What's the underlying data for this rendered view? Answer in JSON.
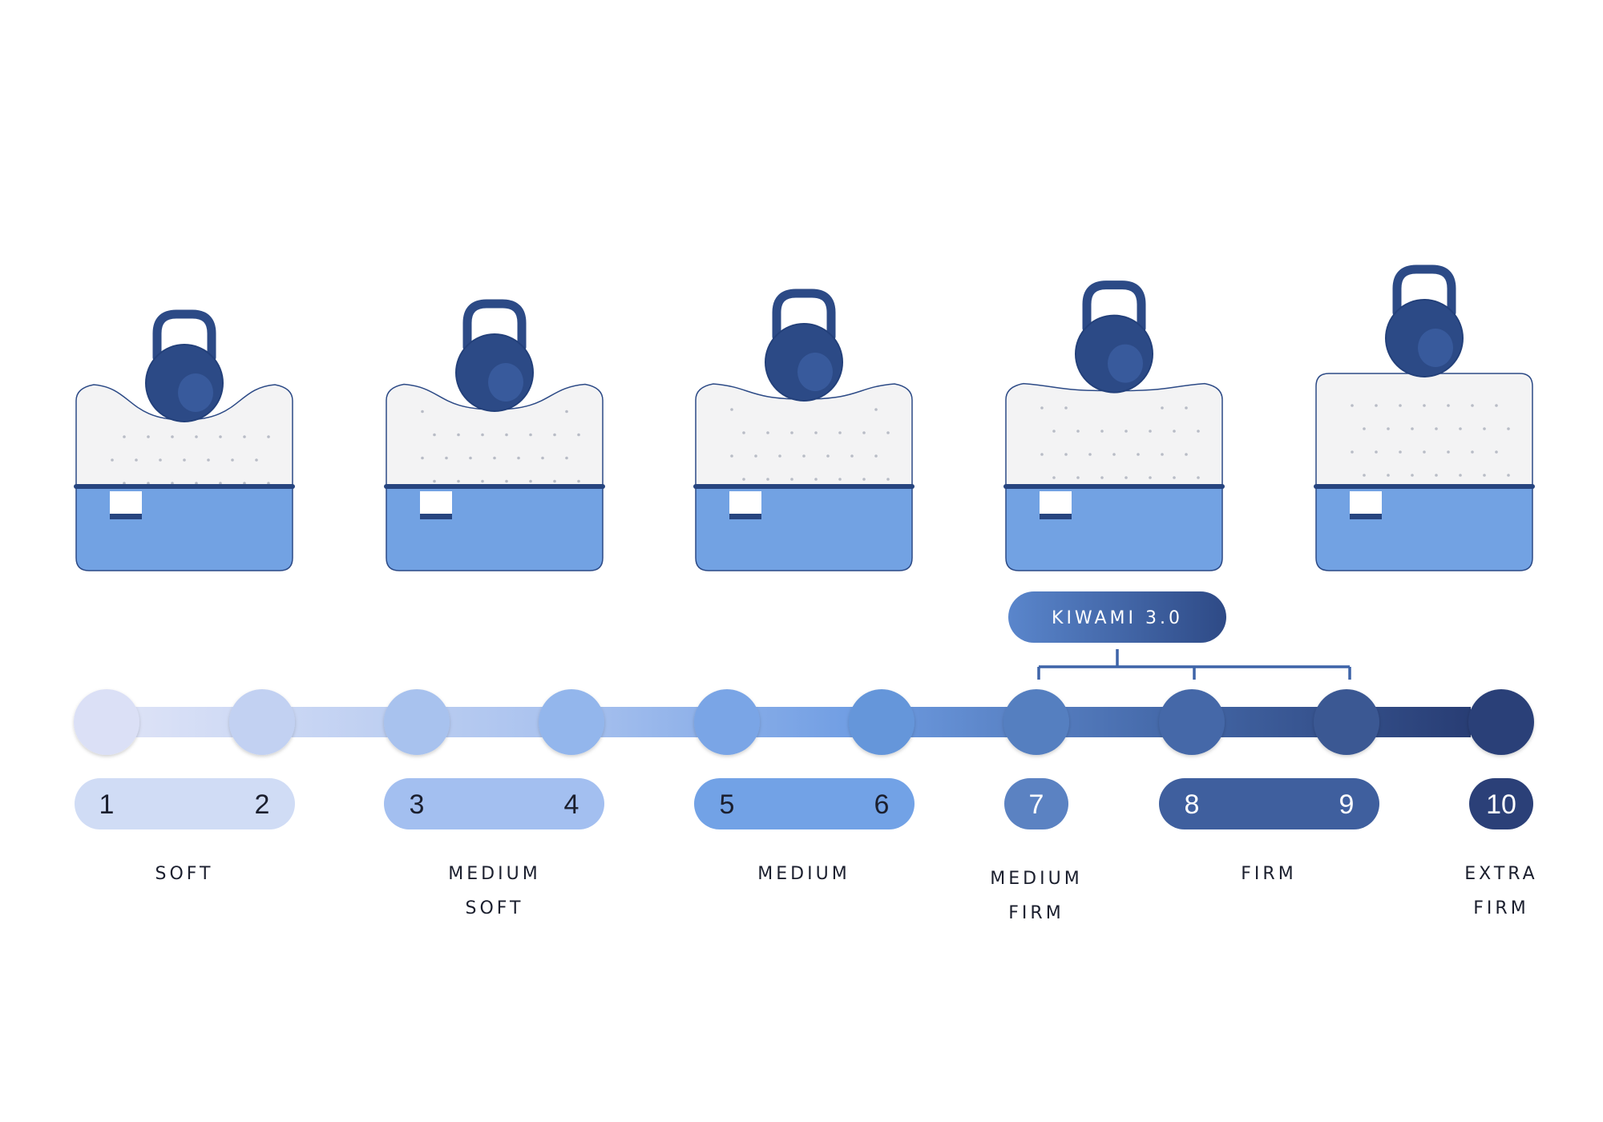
{
  "scale_numbers": [
    "1",
    "2",
    "3",
    "4",
    "5",
    "6",
    "7",
    "8",
    "9",
    "10"
  ],
  "categories": [
    {
      "lines": [
        "SOFT"
      ]
    },
    {
      "lines": [
        "MEDIUM",
        "SOFT"
      ]
    },
    {
      "lines": [
        "MEDIUM"
      ]
    },
    {
      "lines": [
        "MEDIUM",
        "FIRM"
      ]
    },
    {
      "lines": [
        "FIRM"
      ]
    },
    {
      "lines": [
        "EXTRA",
        "FIRM"
      ]
    }
  ],
  "product_badge": {
    "label": "KIWAMI 3.0",
    "covers_levels": [
      7,
      8,
      9
    ]
  },
  "mattresses": [
    {
      "level": "SOFT",
      "sink": 1.0
    },
    {
      "level": "MEDIUM SOFT",
      "sink": 0.75
    },
    {
      "level": "MEDIUM",
      "sink": 0.5
    },
    {
      "level": "MEDIUM FIRM",
      "sink": 0.3
    },
    {
      "level": "EXTRA FIRM",
      "sink": 0.0
    }
  ],
  "colors": {
    "dot_gradient": [
      "#dbe0f6",
      "#c2d1f2",
      "#a8c2ee",
      "#93b6ec",
      "#7aa5e6",
      "#6596da",
      "#557fc0",
      "#4468a8",
      "#3a5893",
      "#2b4078"
    ],
    "pill_colors": [
      "#d0dcf5",
      "#a3bff0",
      "#72a2e6",
      "#5b82c2",
      "#3f5f9e",
      "#2b4078"
    ],
    "foam": "#f3f3f4",
    "base": "#72a2e3",
    "kettlebell": "#2c4a86",
    "band": "#27457f",
    "badge": "#3e64a8"
  }
}
